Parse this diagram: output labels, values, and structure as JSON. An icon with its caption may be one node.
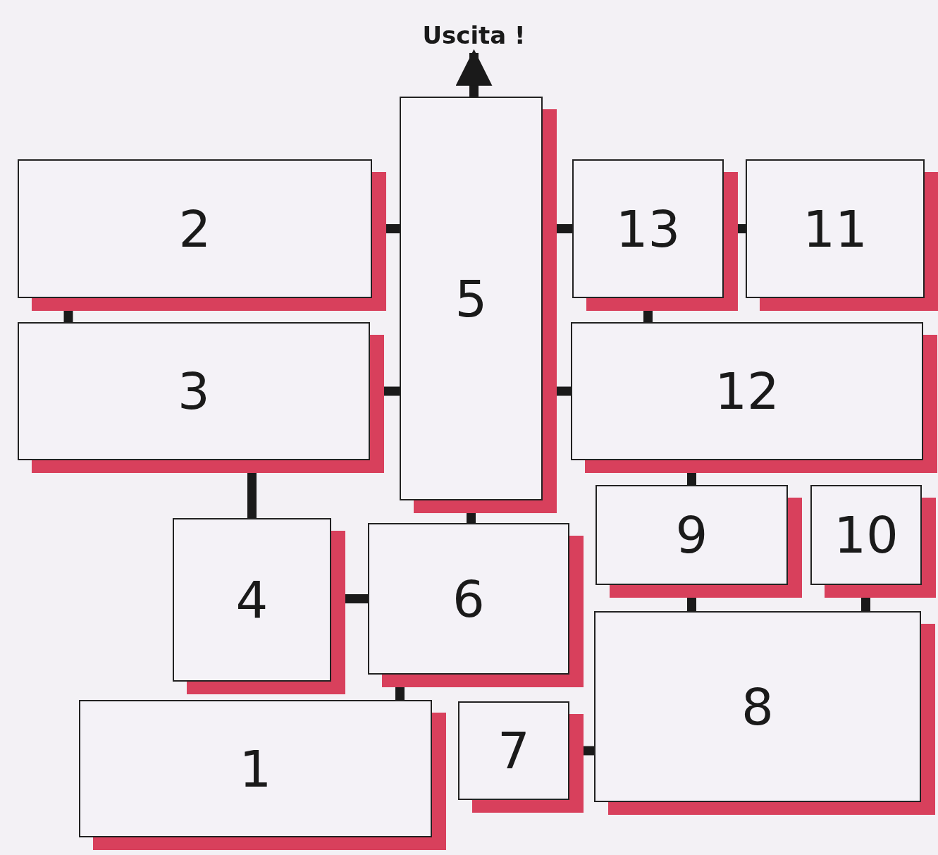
{
  "diagram": {
    "nodes": [
      {
        "text": [
          "Uscita !"
        ]
      },
      {
        "text": [
          "2"
        ]
      },
      {
        "text": [
          "5"
        ]
      },
      {
        "text": [
          "13"
        ]
      },
      {
        "text": [
          "11"
        ]
      },
      {
        "text": [
          "3"
        ]
      },
      {
        "text": [
          "12"
        ]
      },
      {
        "text": [
          "9"
        ]
      },
      {
        "text": [
          "10"
        ]
      },
      {
        "text": [
          "4"
        ]
      },
      {
        "text": [
          "6"
        ]
      },
      {
        "text": [
          "8"
        ]
      },
      {
        "text": [
          "1"
        ]
      },
      {
        "text": [
          "7"
        ]
      }
    ],
    "edges": [
      {
        "from": 2,
        "to": 0,
        "arrow": "to"
      },
      {
        "from": 1,
        "to": 2,
        "arrow": "none"
      },
      {
        "from": 1,
        "to": 5,
        "arrow": "none"
      },
      {
        "from": 5,
        "to": 2,
        "arrow": "none"
      },
      {
        "from": 5,
        "to": 9,
        "arrow": "none"
      },
      {
        "from": 9,
        "to": 10,
        "arrow": "none"
      },
      {
        "from": 2,
        "to": 10,
        "arrow": "none"
      },
      {
        "from": 10,
        "to": 12,
        "arrow": "none"
      },
      {
        "from": 2,
        "to": 3,
        "arrow": "none"
      },
      {
        "from": 3,
        "to": 4,
        "arrow": "none"
      },
      {
        "from": 3,
        "to": 6,
        "arrow": "none"
      },
      {
        "from": 2,
        "to": 6,
        "arrow": "none"
      },
      {
        "from": 6,
        "to": 7,
        "arrow": "none"
      },
      {
        "from": 7,
        "to": 11,
        "arrow": "none"
      },
      {
        "from": 8,
        "to": 11,
        "arrow": "none"
      },
      {
        "from": 13,
        "to": 11,
        "arrow": "none"
      }
    ]
  }
}
